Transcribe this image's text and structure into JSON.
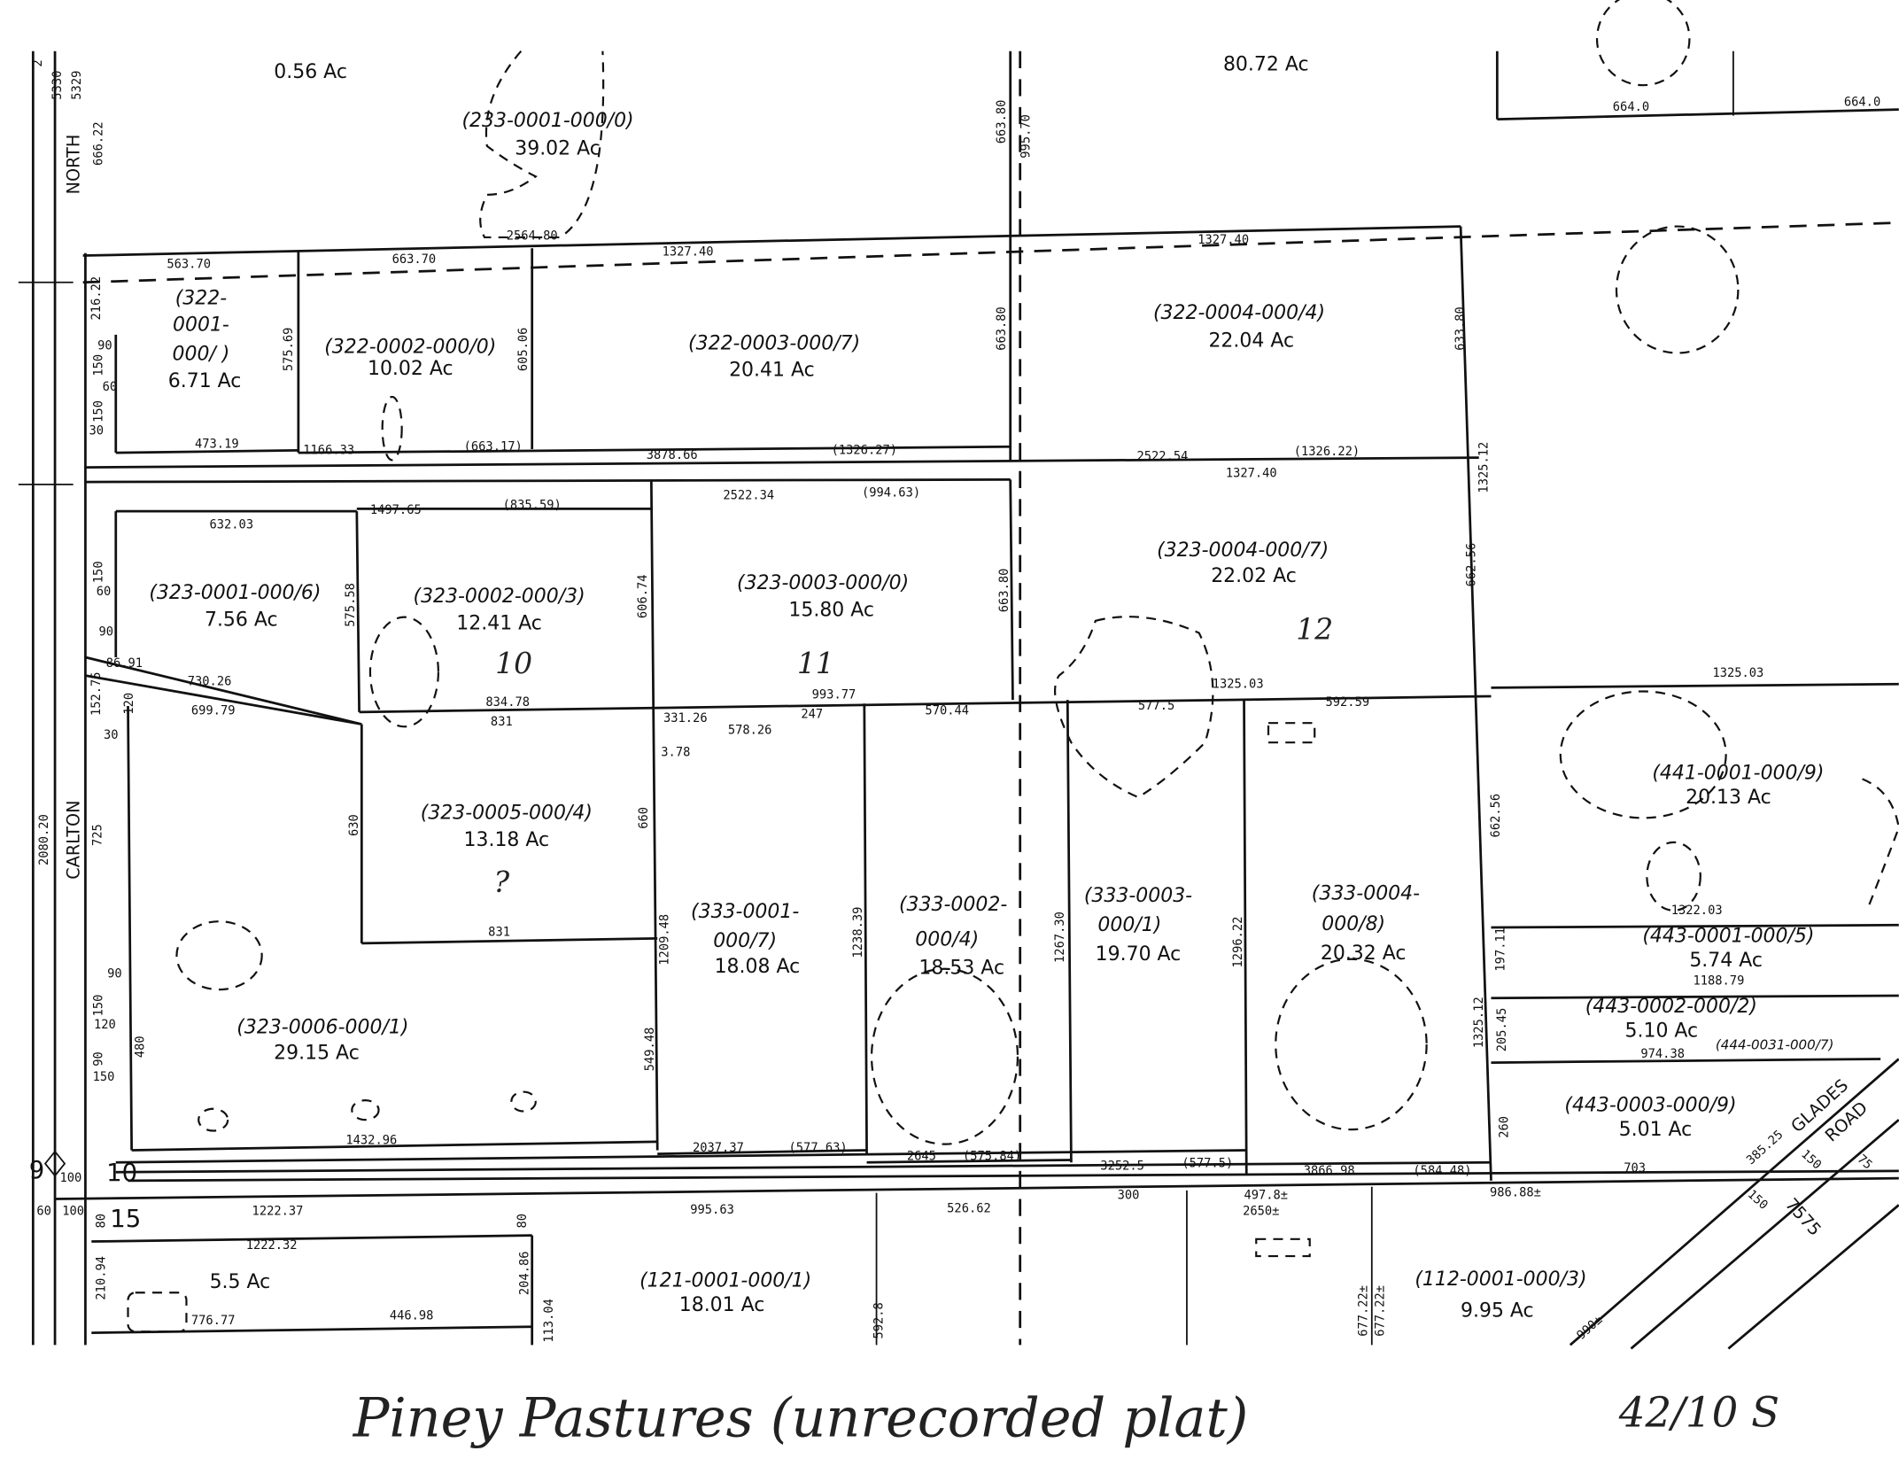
{
  "parcels": [
    {
      "id": "(233-0001-000/0)",
      "acres": "39.02 Ac"
    },
    {
      "id": "",
      "acres": "0.56 Ac"
    },
    {
      "id": "",
      "acres": "80.72 Ac"
    },
    {
      "id_lines": [
        "(322-",
        "0001-",
        "000/ )"
      ],
      "acres": "6.71 Ac"
    },
    {
      "id": "(322-0002-000/0)",
      "acres": "10.02 Ac"
    },
    {
      "id": "(322-0003-000/7)",
      "acres": "20.41 Ac"
    },
    {
      "id": "(322-0004-000/4)",
      "acres": "22.04 Ac"
    },
    {
      "id": "(323-0001-000/6)",
      "acres": "7.56 Ac"
    },
    {
      "id": "(323-0002-000/3)",
      "acres": "12.41 Ac"
    },
    {
      "id": "(323-0003-000/0)",
      "acres": "15.80 Ac"
    },
    {
      "id": "(323-0004-000/7)",
      "acres": "22.02 Ac"
    },
    {
      "id": "(323-0005-000/4)",
      "acres": "13.18 Ac"
    },
    {
      "id": "(323-0006-000/1)",
      "acres": "29.15 Ac"
    },
    {
      "id_lines": [
        "(333-0001-",
        "000/7)"
      ],
      "acres": "18.08 Ac"
    },
    {
      "id_lines": [
        "(333-0002-",
        "000/4)"
      ],
      "acres": "18.53 Ac"
    },
    {
      "id_lines": [
        "(333-0003-",
        "000/1)"
      ],
      "acres": "19.70 Ac"
    },
    {
      "id_lines": [
        "(333-0004-",
        "000/8)"
      ],
      "acres": "20.32 Ac"
    },
    {
      "id": "(441-0001-000/9)",
      "acres": "20.13 Ac"
    },
    {
      "id": "(443-0001-000/5)",
      "acres": "5.74 Ac"
    },
    {
      "id": "(443-0002-000/2)",
      "acres": "5.10 Ac"
    },
    {
      "id": "(444-0031-000/7)",
      "acres": ""
    },
    {
      "id": "(443-0003-000/9)",
      "acres": "5.01 Ac"
    },
    {
      "id": "(121-0001-000/1)",
      "acres": "18.01 Ac"
    },
    {
      "id": "(112-0001-000/3)",
      "acres": "9.95 Ac"
    },
    {
      "id": "",
      "acres": "5.5 Ac"
    }
  ],
  "dimensions": [
    "5330",
    "5329",
    "666.22",
    "2564.80",
    "563.70",
    "663.70",
    "1327.40",
    "1327.40",
    "216.22",
    "575.69",
    "605.06",
    "473.19",
    "1166.33",
    "(663.17)",
    "3878.66",
    "(1326.27)",
    "2522.54",
    "(1326.22)",
    "1327.40",
    "663.80",
    "995.70",
    "663.80",
    "633.80",
    "1325.12",
    "664.0",
    "664.0",
    "2522.34",
    "(994.63)",
    "1497.65",
    "(835.59)",
    "632.03",
    "575.58",
    "606.74",
    "663.80",
    "662.56",
    "86.91",
    "730.26",
    "699.79",
    "152.75",
    "834.78",
    "831",
    "331.26",
    "578.26",
    "247",
    "993.77",
    "570.44",
    "577.5",
    "1325.03",
    "592.59",
    "1325.03",
    "3.78",
    "630",
    "660",
    "725",
    "831",
    "2080.20",
    "1209.48",
    "1238.39",
    "1267.30",
    "1296.22",
    "662.56",
    "1322.03",
    "197.11",
    "1188.79",
    "205.45",
    "974.38",
    "1325.12",
    "260",
    "549.48",
    "1432.96",
    "2037.37",
    "(577.63)",
    "2645",
    "(575.84)",
    "3252.5",
    "(577.5)",
    "3866.98",
    "(584.48)",
    "703",
    "986.88±",
    "385.25",
    "150",
    "150",
    "75",
    "990±",
    "1222.37",
    "995.63",
    "526.62",
    "300",
    "497.8±",
    "2650±",
    "1222.32",
    "210.94",
    "204.86",
    "776.77",
    "446.98",
    "113.04",
    "592.8",
    "677.22±",
    "677.22±",
    "80",
    "80",
    "150",
    "90",
    "60",
    "150",
    "30",
    "120",
    "90",
    "150",
    "90",
    "60",
    "30",
    "120",
    "150",
    "90",
    "150",
    "480",
    "100",
    "100",
    "60"
  ],
  "roads": {
    "north": "NORTH",
    "carlton": "CARLTON",
    "glades": "GLADES",
    "road": "ROAD",
    "route": "7575"
  },
  "sections": {
    "s9": "9",
    "s10": "10",
    "s15": "15",
    "s2": "2"
  },
  "handwritten": {
    "n10": "10",
    "n11": "11",
    "n12": "12",
    "q": "?",
    "caption": "Piney Pastures (unrecorded plat)",
    "ref": "42/10 S"
  }
}
